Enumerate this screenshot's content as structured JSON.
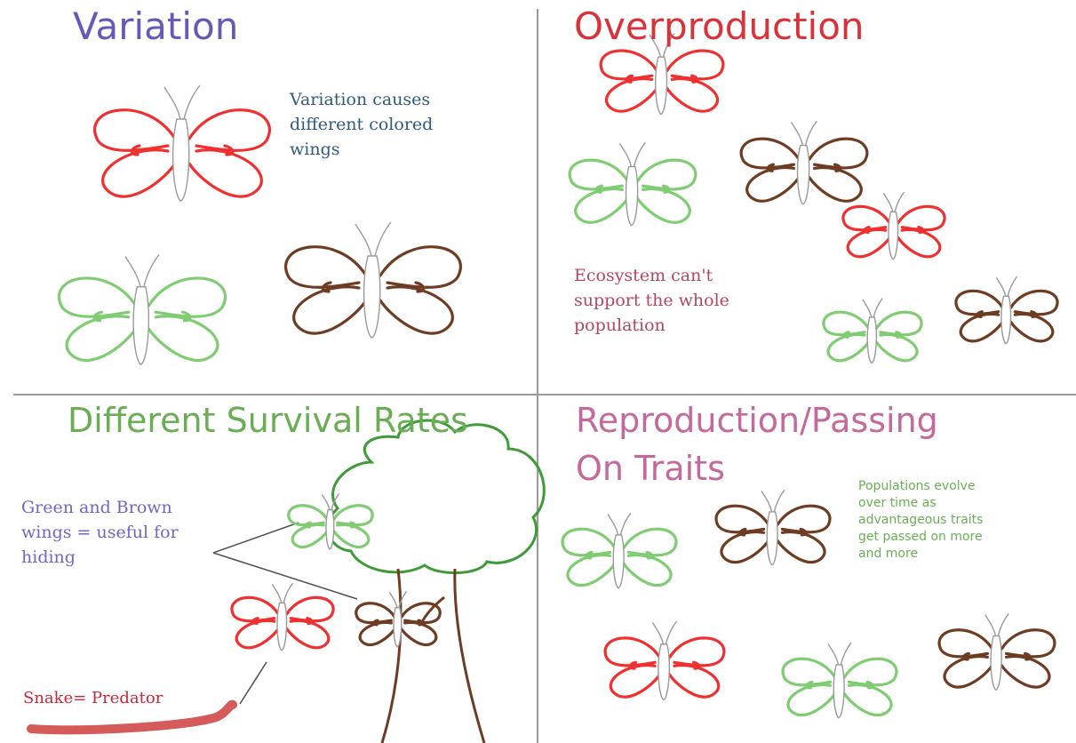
{
  "quadrants": [
    {
      "title": "Variation",
      "title_color": "#6a58b8",
      "note": [
        "Variation causes",
        "different colored",
        "wings"
      ],
      "note_color": "#2f5a78"
    },
    {
      "title": "Overproduction",
      "title_color": "#d8323a",
      "note": [
        "Ecosystem can't",
        "support the whole",
        "population"
      ],
      "note_color": "#b0485e"
    },
    {
      "title": "Different Survival Rates",
      "title_color": "#6aad55",
      "note": [
        "Green and Brown",
        "wings = useful for",
        "hiding"
      ],
      "note_color": "#7466c0",
      "predator_label": "Snake= Predator",
      "predator_color": "#c5283a"
    },
    {
      "title": "Reproduction/Passing",
      "title_line2": "On Traits",
      "title_color": "#c46a9a",
      "note": [
        "Populations evolve",
        "over time as",
        "advantageous traits",
        "get passed on more",
        "and more"
      ],
      "note_color": "#6aad55"
    }
  ],
  "colors": {
    "red": "#f03030",
    "green": "#7fcc72",
    "brown": "#6e3c22",
    "divider": "#9a9a9a",
    "tree": "#3f9a3a",
    "trunk": "#6e3c22",
    "snake": "#d55a5a",
    "arrow": "#555555"
  },
  "icons": [
    "butterfly-icon",
    "tree-icon",
    "snake-icon"
  ]
}
